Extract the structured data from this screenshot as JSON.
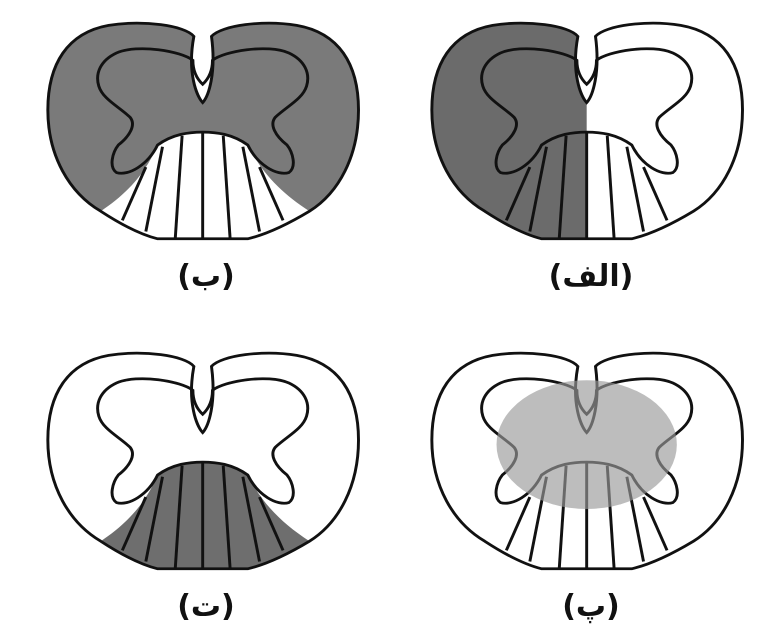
{
  "panels": [
    {
      "id": "alef",
      "label": "(الف)",
      "highlight": "left-half",
      "fill": "#6b6b6b"
    },
    {
      "id": "be",
      "label": "(ب)",
      "highlight": "all-but-anterior-horns",
      "fill": "#7a7a7a"
    },
    {
      "id": "pe",
      "label": "(پ)",
      "highlight": "central-ellipse",
      "fill": "#bdbdbd"
    },
    {
      "id": "te",
      "label": "(ت)",
      "highlight": "anterior-region",
      "fill": "#6e6e6e"
    }
  ],
  "colors": {
    "outline": "#111111",
    "background": "#ffffff"
  }
}
